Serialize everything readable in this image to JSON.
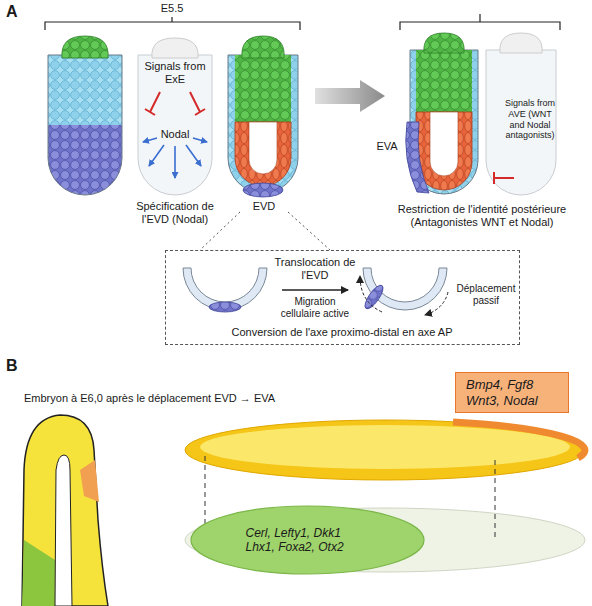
{
  "diagram": {
    "nodes": [
      {
        "text": [
          "Translocation de l'EVD",
          "Migration cellulaire active",
          "Déplacement passif",
          "Conversion de l'axe proximo-distal en axe AP"
        ]
      },
      {
        "text": [
          "Bmp4, Fgf8 Wnt3, Nodal"
        ]
      },
      {
        "text": [
          "Cerl, Lefty1, Dkk1 Lhx1, Foxa2, Otx2"
        ]
      }
    ],
    "labels": [
      "A",
      "E5.5",
      "Signals from ExE",
      "Nodal",
      "Spécification de l'EVD (Nodal)",
      "EVD",
      "EVA",
      "Signals from AVE (WNT and Nodal antagonists)",
      "Restriction de l'identité postérieure (Antagonistes WNT et Nodal)",
      "B",
      "Embryon à E6,0 après le déplacement EVD → EVA"
    ]
  }
}
